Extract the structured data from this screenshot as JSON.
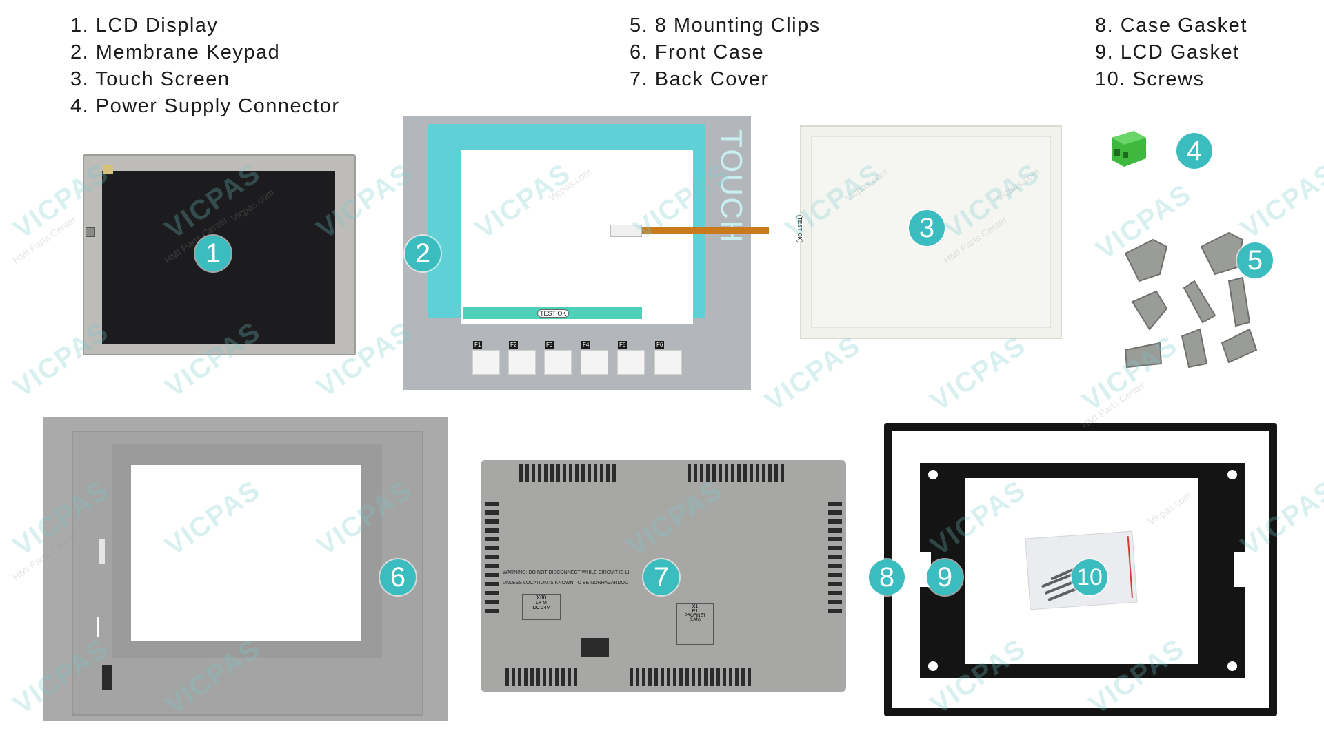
{
  "legend": {
    "col1": [
      "1. LCD Display",
      "2. Membrane Keypad",
      "3. Touch Screen",
      "4. Power Supply Connector"
    ],
    "col2": [
      "5. 8 Mounting Clips",
      "6. Front Case",
      "7. Back Cover"
    ],
    "col3": [
      "8. Case Gasket",
      "9. LCD Gasket",
      "10. Screws"
    ]
  },
  "badges": [
    "1",
    "2",
    "3",
    "4",
    "5",
    "6",
    "7",
    "8",
    "9",
    "10"
  ],
  "keypad": {
    "side_text": "TOUCH",
    "ribbon_tag": "TEST OK",
    "fkeys": [
      "F1",
      "F2",
      "F3",
      "F4",
      "F5",
      "F6"
    ]
  },
  "touch": {
    "tag": "TEST OK"
  },
  "back_cover": {
    "warning_line1": "WARNING: DO NOT DISCONNECT WHILE CIRCUIT IS LI",
    "warning_line2": "UNLESS LOCATION IS KNOWN TO BE NONHAZARDOU",
    "x80": "X80",
    "pm": "L+      M",
    "dc": "DC 24V",
    "x1": "X1",
    "p1": "P1",
    "profinet": "PROFINET",
    "lan": "(LAN)"
  },
  "watermark": {
    "brand": "VICPAS",
    "sub": "HMI Parts Center",
    "site": "Vicpas.com"
  },
  "colors": {
    "accent": "#3bbdc0",
    "case": "#a9aaa9",
    "keypad_frame": "#5fd0d6"
  }
}
